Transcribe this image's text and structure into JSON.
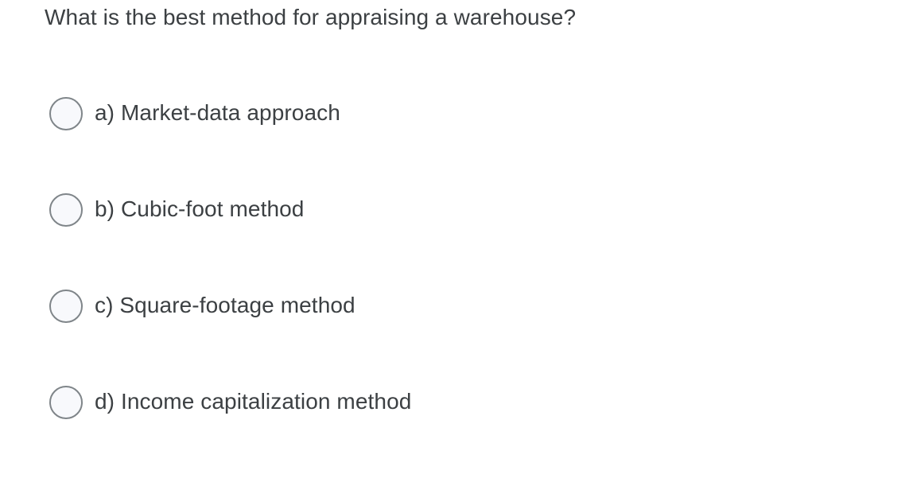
{
  "colors": {
    "background": "#ffffff",
    "text": "#3c4043",
    "radio_border": "#7f8589",
    "radio_fill": "#f8f9fc"
  },
  "question": {
    "text": "What is the best method for appraising a warehouse?"
  },
  "options": [
    {
      "id": "a",
      "label": "a) Market-data approach",
      "selected": false,
      "radio_name": "radio-option-a"
    },
    {
      "id": "b",
      "label": "b) Cubic-foot method",
      "selected": false,
      "radio_name": "radio-option-b"
    },
    {
      "id": "c",
      "label": "c) Square-footage method",
      "selected": false,
      "radio_name": "radio-option-c"
    },
    {
      "id": "d",
      "label": "d) Income capitalization method",
      "selected": false,
      "radio_name": "radio-option-d"
    }
  ]
}
